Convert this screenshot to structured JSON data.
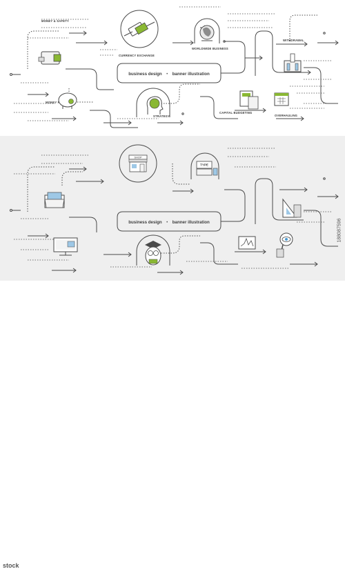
{
  "colors": {
    "line": "#4a4a4a",
    "accent": "#8ab833",
    "accent_blue": "#9ec8e6",
    "panel_bottom": "#efefef"
  },
  "top_panel": {
    "banner_bold": "business design",
    "banner_sep": "•",
    "banner_light": "banner illustration",
    "labels": {
      "money_safety": "MONEY & SAFETY",
      "currency_exchange": "CURRENCY EXCHANGE",
      "worldwide_business": "WORLDWIDE BUSINESS",
      "withdrawal": "WITHDRAWAL",
      "money_fund": "MONEY FUND",
      "strategy": "STRATEGY",
      "capital_budgeting": "CAPITAL BUDGETING",
      "overhauling": "OVERHAULING"
    },
    "icons": [
      "wallet-icon",
      "handshake-exchange-icon",
      "globe-icon",
      "bank-icon",
      "piggy-bank-icon",
      "brain-head-icon",
      "calculator-icon",
      "calendar-icon"
    ]
  },
  "bottom_panel": {
    "banner_bold": "business design",
    "banner_sep": "•",
    "banner_light": "banner illustration",
    "shop_sign": "SHOP",
    "monitor_text": "TYPE",
    "icons": [
      "shop-icon",
      "typewriter-icon",
      "folder-icon",
      "drafting-tools-icon",
      "computer-icon",
      "graduate-owl-icon",
      "chart-monitor-icon",
      "eye-magnifier-icon"
    ]
  },
  "footer": {
    "logo": "stock",
    "image_id": "188087596"
  }
}
